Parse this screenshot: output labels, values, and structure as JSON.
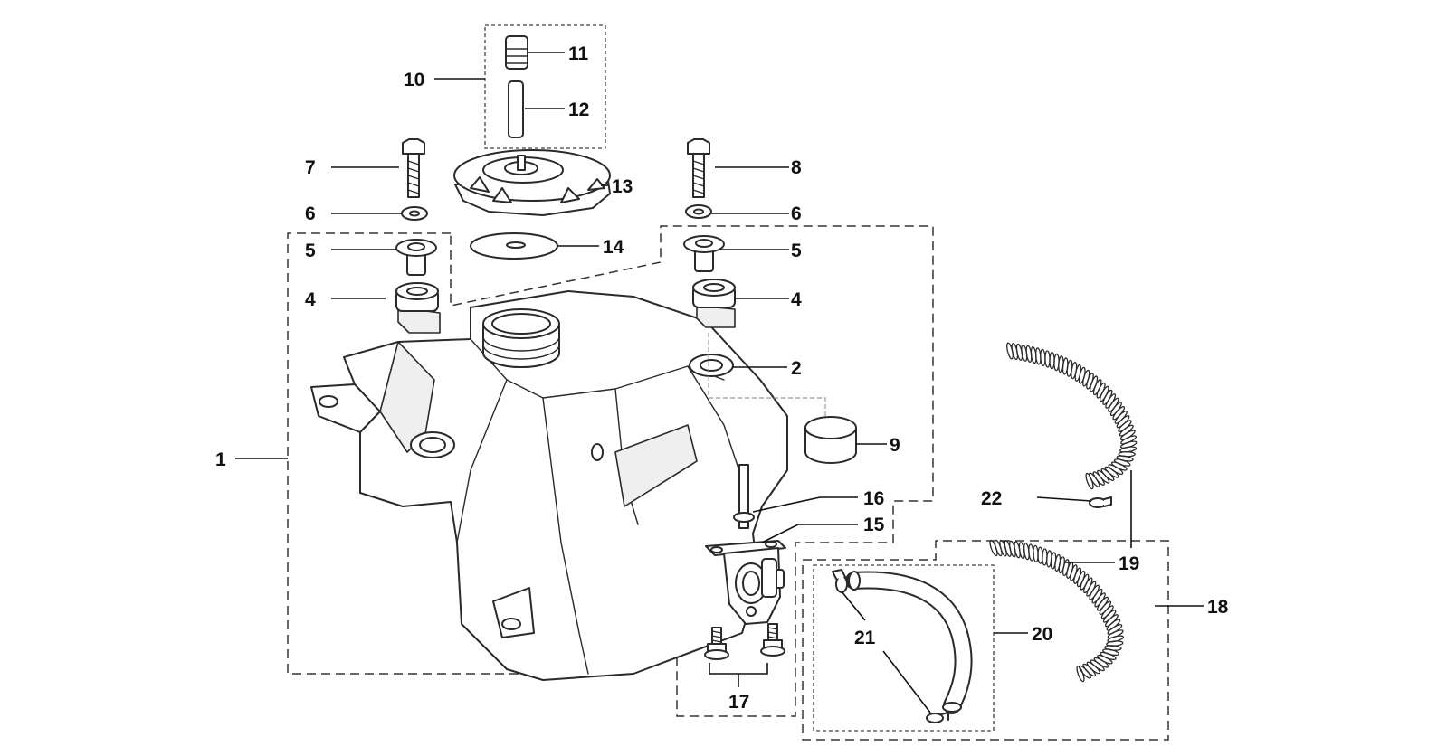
{
  "callouts": [
    {
      "id": "c1",
      "label": "1"
    },
    {
      "id": "c2",
      "label": "2"
    },
    {
      "id": "c4a",
      "label": "4"
    },
    {
      "id": "c4b",
      "label": "4"
    },
    {
      "id": "c5a",
      "label": "5"
    },
    {
      "id": "c5b",
      "label": "5"
    },
    {
      "id": "c6a",
      "label": "6"
    },
    {
      "id": "c6b",
      "label": "6"
    },
    {
      "id": "c7",
      "label": "7"
    },
    {
      "id": "c8",
      "label": "8"
    },
    {
      "id": "c9",
      "label": "9"
    },
    {
      "id": "c10",
      "label": "10"
    },
    {
      "id": "c11",
      "label": "11"
    },
    {
      "id": "c12",
      "label": "12"
    },
    {
      "id": "c13",
      "label": "13"
    },
    {
      "id": "c14",
      "label": "14"
    },
    {
      "id": "c15",
      "label": "15"
    },
    {
      "id": "c16",
      "label": "16"
    },
    {
      "id": "c17",
      "label": "17"
    },
    {
      "id": "c18",
      "label": "18"
    },
    {
      "id": "c19",
      "label": "19"
    },
    {
      "id": "c20",
      "label": "20"
    },
    {
      "id": "c21",
      "label": "21"
    },
    {
      "id": "c22",
      "label": "22"
    }
  ]
}
